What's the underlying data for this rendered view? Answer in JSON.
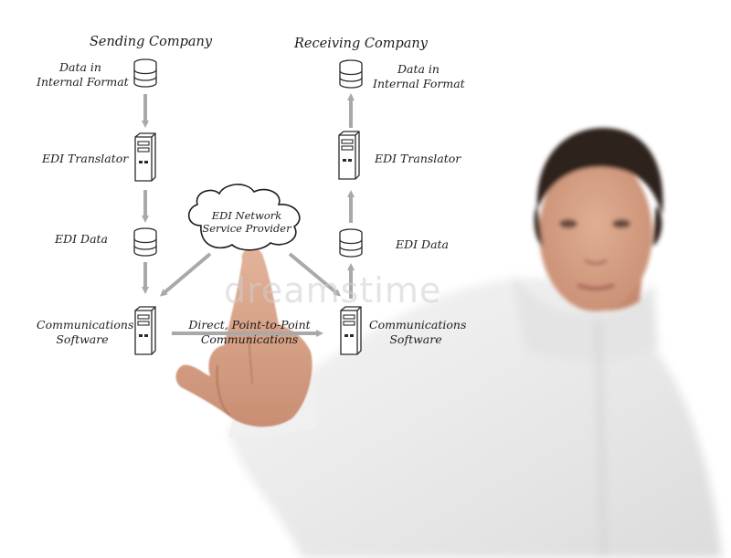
{
  "diagram": {
    "sending_header": "Sending Company",
    "receiving_header": "Receiving Company",
    "sending": {
      "data_internal": [
        "Data in",
        "Internal Format"
      ],
      "translator": "EDI Translator",
      "edi_data": "EDI Data",
      "comm_software": [
        "Communications",
        "Software"
      ]
    },
    "receiving": {
      "data_internal": [
        "Data in",
        "Internal Format"
      ],
      "translator": "EDI Translator",
      "edi_data": "EDI Data",
      "comm_software": [
        "Communications",
        "Software"
      ]
    },
    "network": [
      "EDI Network",
      "Service Provider"
    ],
    "direct_link": [
      "Direct, Point-to-Point",
      "Communications"
    ]
  },
  "watermark": "dreamstime",
  "colors": {
    "arrow": "#a9a9a9",
    "icon_stroke": "#2a2a2a",
    "shirt": "#ececec",
    "skin": "#d9a488",
    "hair": "#2e241d"
  }
}
